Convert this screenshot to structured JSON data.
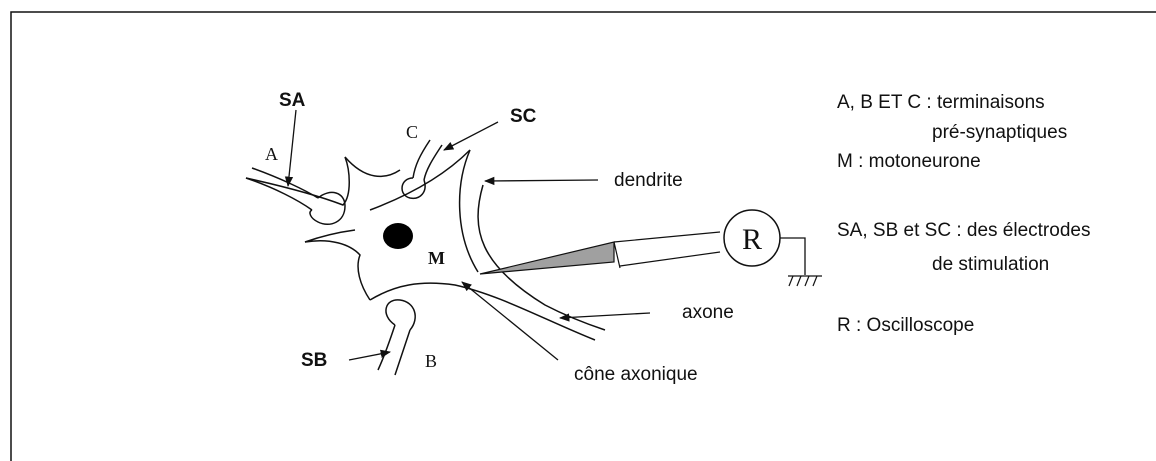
{
  "diagram": {
    "labels": {
      "SA": "SA",
      "SB": "SB",
      "SC": "SC",
      "A": "A",
      "B": "B",
      "C": "C",
      "M": "M",
      "R": "R",
      "dendrite": "dendrite",
      "axone": "axone",
      "cone": "cône axonique"
    },
    "legend": {
      "line1": "A, B ET C : terminaisons",
      "line2": "pré-synaptiques",
      "line3": "M : motoneurone",
      "line4": "SA, SB et SC : des électrodes",
      "line5": "de stimulation",
      "line6": "R : Oscilloscope"
    }
  }
}
